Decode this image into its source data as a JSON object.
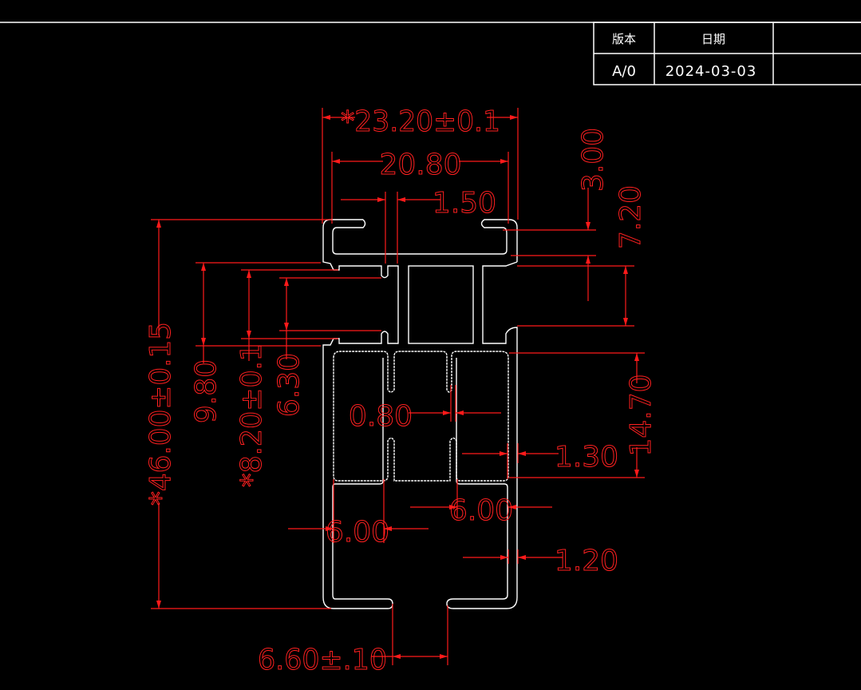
{
  "title_block": {
    "headers": [
      "版本",
      "日期",
      ""
    ],
    "values": [
      "A/0",
      "2024-03-03",
      ""
    ]
  },
  "colors": {
    "background": "#000000",
    "profile": "#ffffff",
    "dimension": "#ff1a1a"
  },
  "dimensions": {
    "overall_width": "*23.20±0.1",
    "inner_width": "20.80",
    "slot_gap_top": "1.50",
    "top_lip": "3.00",
    "top_section": "7.20",
    "overall_height": "*46.00±0.15",
    "height_9_80": "9.80",
    "height_8_20": "*8.20±0.1",
    "height_6_30": "6.30",
    "center_gap": "0.80",
    "wall_1_30": "1.30",
    "mid_height": "14.70",
    "left_channel": "6.00",
    "right_channel": "6.00",
    "wall_1_20": "1.20",
    "bottom_slot": "6.60±.10"
  }
}
